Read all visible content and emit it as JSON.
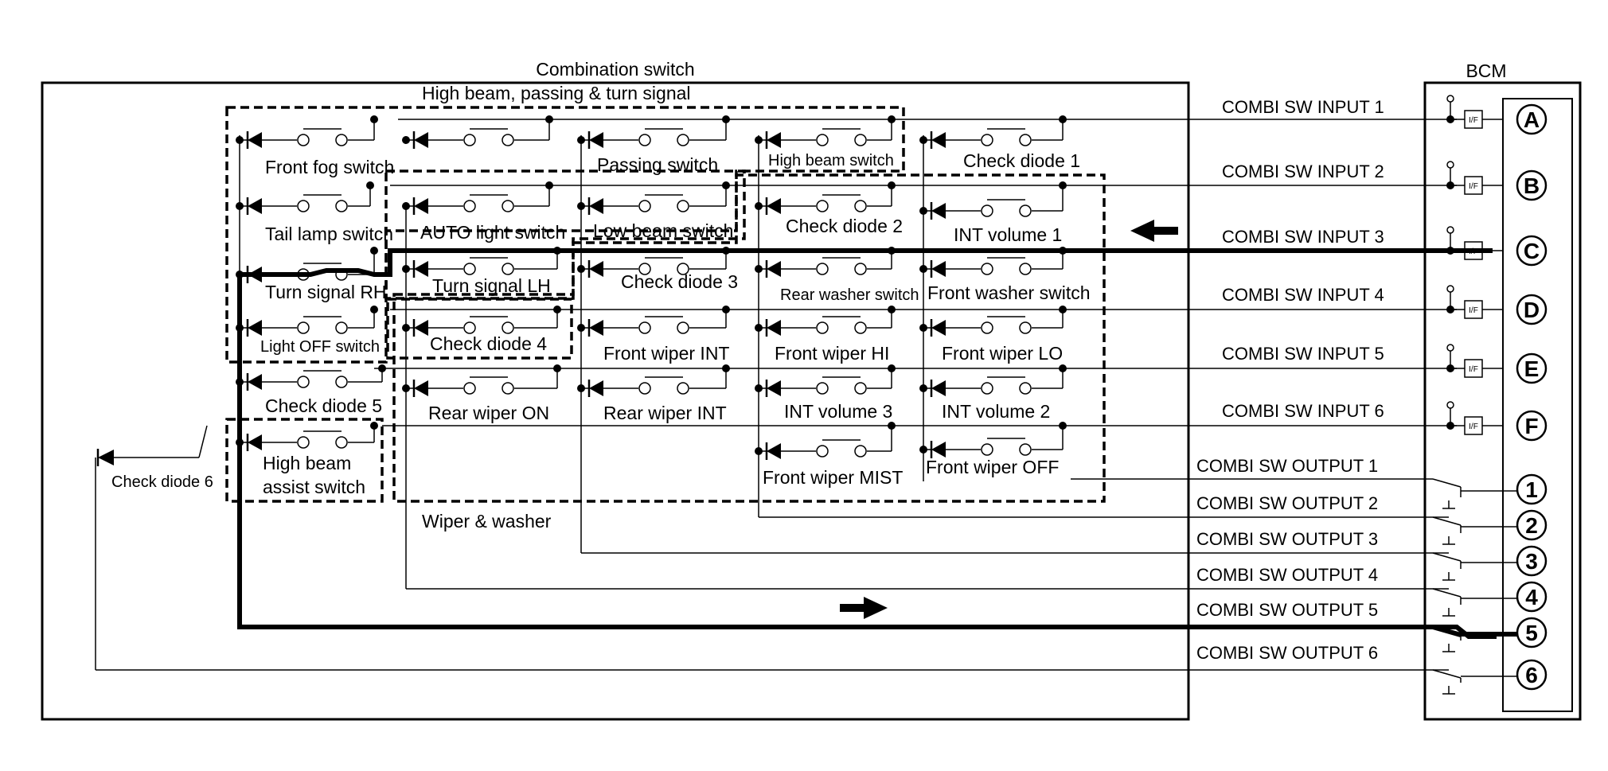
{
  "title": "Combination switch",
  "bcm": {
    "title": "BCM"
  },
  "groups": {
    "high_beam": "High beam, passing & turn signal",
    "wiper": "Wiper & washer"
  },
  "switches": {
    "front_fog": "Front fog switch",
    "tail_lamp": "Tail lamp switch",
    "turn_rh": "Turn signal RH",
    "light_off": "Light OFF switch",
    "check_diode_5": "Check diode 5",
    "high_beam_assist_1": "High beam",
    "high_beam_assist_2": "assist switch",
    "check_diode_6": "Check diode 6",
    "auto_light": "AUTO light switch",
    "turn_lh": "Turn signal LH",
    "check_diode_4": "Check diode 4",
    "rear_wiper_on": "Rear wiper ON",
    "passing": "Passing switch",
    "low_beam": "Low beam switch",
    "check_diode_3": "Check diode 3",
    "front_wiper_int": "Front wiper INT",
    "rear_wiper_int": "Rear wiper INT",
    "high_beam_sw": "High beam switch",
    "check_diode_2": "Check diode 2",
    "rear_washer": "Rear washer switch",
    "front_wiper_hi": "Front wiper HI",
    "int_volume_3": "INT volume 3",
    "front_wiper_mist": "Front wiper MIST",
    "check_diode_1": "Check diode 1",
    "int_volume_1": "INT volume 1",
    "front_washer": "Front washer switch",
    "front_wiper_lo": "Front wiper LO",
    "int_volume_2": "INT volume 2",
    "front_wiper_off": "Front wiper OFF"
  },
  "inputs": [
    {
      "label": "COMBI SW INPUT 1",
      "terminal": "A"
    },
    {
      "label": "COMBI SW INPUT 2",
      "terminal": "B"
    },
    {
      "label": "COMBI SW INPUT 3",
      "terminal": "C"
    },
    {
      "label": "COMBI SW INPUT 4",
      "terminal": "D"
    },
    {
      "label": "COMBI SW INPUT 5",
      "terminal": "E"
    },
    {
      "label": "COMBI SW INPUT 6",
      "terminal": "F"
    }
  ],
  "outputs": [
    {
      "label": "COMBI SW OUTPUT 1",
      "terminal": "1"
    },
    {
      "label": "COMBI SW OUTPUT 2",
      "terminal": "2"
    },
    {
      "label": "COMBI SW OUTPUT 3",
      "terminal": "3"
    },
    {
      "label": "COMBI SW OUTPUT 4",
      "terminal": "4"
    },
    {
      "label": "COMBI SW OUTPUT 5",
      "terminal": "5"
    },
    {
      "label": "COMBI SW OUTPUT 6",
      "terminal": "6"
    }
  ],
  "if_label": "I/F"
}
